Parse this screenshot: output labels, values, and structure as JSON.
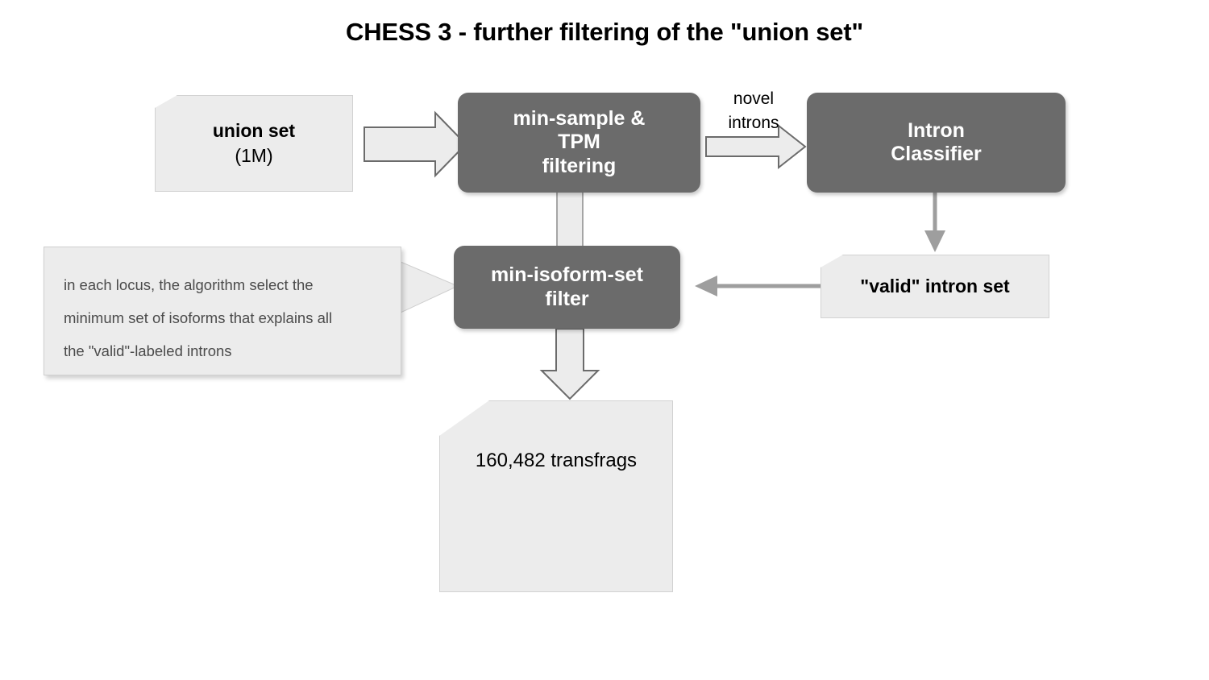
{
  "title": "CHESS 3 - further filtering of the \"union set\"",
  "nodes": {
    "union_set": {
      "label_main": "union set",
      "label_sub": "(1M)"
    },
    "min_sample_tpm": {
      "line1": "min-sample &",
      "line2": "TPM",
      "line3": "filtering"
    },
    "intron_classifier": {
      "line1": "Intron",
      "line2": "Classifier"
    },
    "valid_intron_set": {
      "label": "\"valid\" intron set"
    },
    "min_isoform_set": {
      "line1": "min-isoform-set",
      "line2": "filter"
    },
    "transfrags_output": {
      "label": "160,482 transfrags"
    }
  },
  "edges": {
    "novel_introns": {
      "line1": "novel",
      "line2": "introns"
    }
  },
  "callout": {
    "line1": "in each locus, the algorithm select the",
    "line2": "minimum set of isoforms that explains all",
    "line3": "the \"valid\"-labeled introns"
  },
  "colors": {
    "process_box_fill": "#6b6b6b",
    "document_box_fill": "#ececec",
    "arrow_fill": "#ececec",
    "arrow_stroke": "#6b6b6b",
    "thin_arrow": "#9e9e9e",
    "text_dark": "#000000",
    "text_muted": "#4b4b4b",
    "page_background": "#ffffff"
  }
}
